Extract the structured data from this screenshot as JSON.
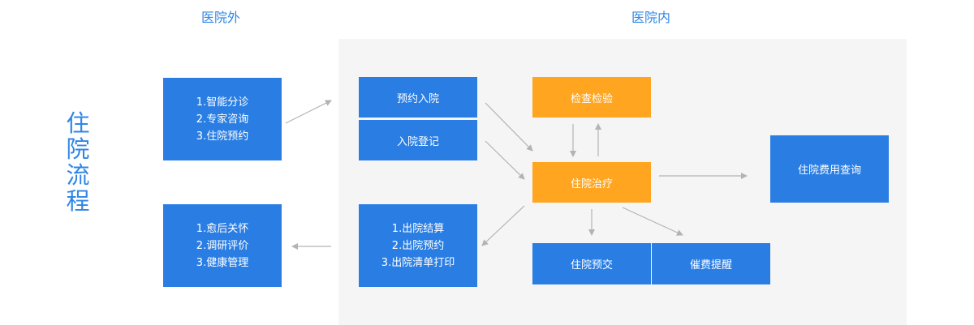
{
  "header": {
    "outside_label": "医院外",
    "inside_label": "医院内"
  },
  "side_title": "住\n院\n流\n程",
  "outside": {
    "pre_services": [
      "1.智能分诊",
      "2.专家咨询",
      "3.住院预约"
    ],
    "post_services": [
      "1.愈后关怀",
      "2.调研评价",
      "3.健康管理"
    ]
  },
  "inside": {
    "appointment": "预约入院",
    "registration": "入院登记",
    "exam": "检查检验",
    "treatment": "住院治疗",
    "fee_query": "住院费用查询",
    "discharge": [
      "1.出院结算",
      "2.出院预约",
      "3.出院清单打印"
    ],
    "prepay": "住院预交",
    "reminder": "催费提醒"
  },
  "colors": {
    "blue": "#2a7ee3",
    "orange": "#ffa51f",
    "arrow": "#b3b3b3",
    "background": "#f5f5f5"
  }
}
